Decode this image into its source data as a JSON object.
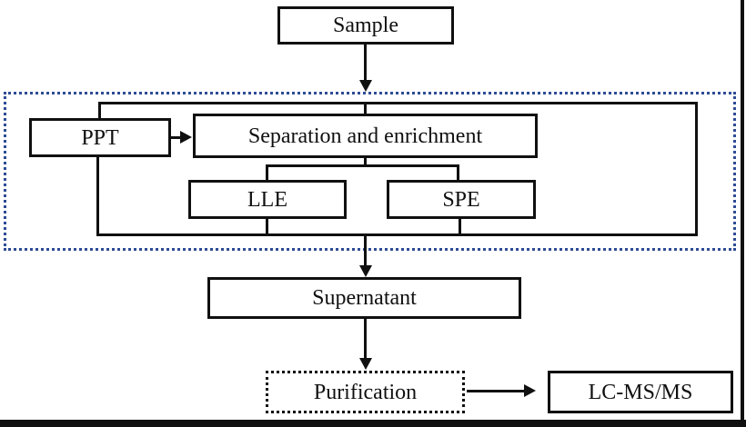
{
  "diagram": {
    "title": "Sample preparation workflow flowchart",
    "nodes": {
      "sample": {
        "label": "Sample"
      },
      "ppt": {
        "label": "PPT"
      },
      "separation": {
        "label": "Separation and enrichment"
      },
      "lle": {
        "label": "LLE"
      },
      "spe": {
        "label": "SPE"
      },
      "supernatant": {
        "label": "Supernatant"
      },
      "purification": {
        "label": "Purification"
      },
      "lcmsms": {
        "label": "LC-MS/MS"
      }
    },
    "colors": {
      "line": "#101010",
      "text": "#101010",
      "group_border": "#2e4c94",
      "background": "#ffffff"
    }
  }
}
